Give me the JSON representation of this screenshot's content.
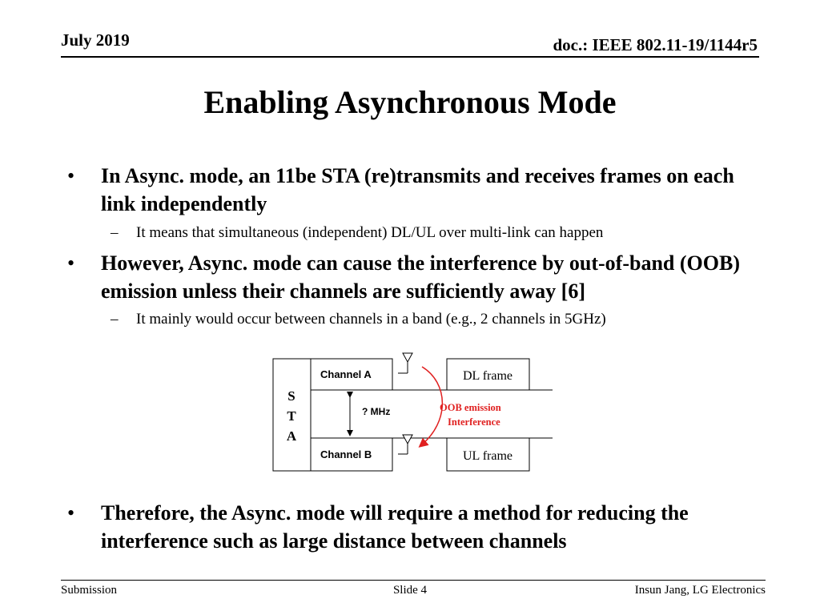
{
  "header": {
    "date": "July 2019",
    "doc_id": "doc.: IEEE 802.11-19/1144r5"
  },
  "title": "Enabling Asynchronous Mode",
  "bullets": [
    {
      "text": "In Async. mode, an 11be STA (re)transmits and receives frames on each link independently",
      "sub": "It means that simultaneous (independent) DL/UL over multi-link can happen"
    },
    {
      "text": "However, Async. mode can cause the interference by out-of-band (OOB) emission unless their channels are sufficiently away [6]",
      "sub": "It mainly would occur between channels in a band (e.g., 2 channels in 5GHz)"
    },
    {
      "text": "Therefore, the Async. mode will require a method for reducing the interference such as large distance between channels"
    }
  ],
  "diagram": {
    "sta_letters": [
      "S",
      "T",
      "A"
    ],
    "channel_a": "Channel A",
    "channel_b": "Channel B",
    "gap_label": "? MHz",
    "dl_frame": "DL frame",
    "ul_frame": "UL frame",
    "oob_line1": "OOB emission",
    "oob_line2": "Interference",
    "oob_color": "#e02020"
  },
  "footer": {
    "left": "Submission",
    "center": "Slide 4",
    "right": "Insun Jang, LG Electronics"
  }
}
